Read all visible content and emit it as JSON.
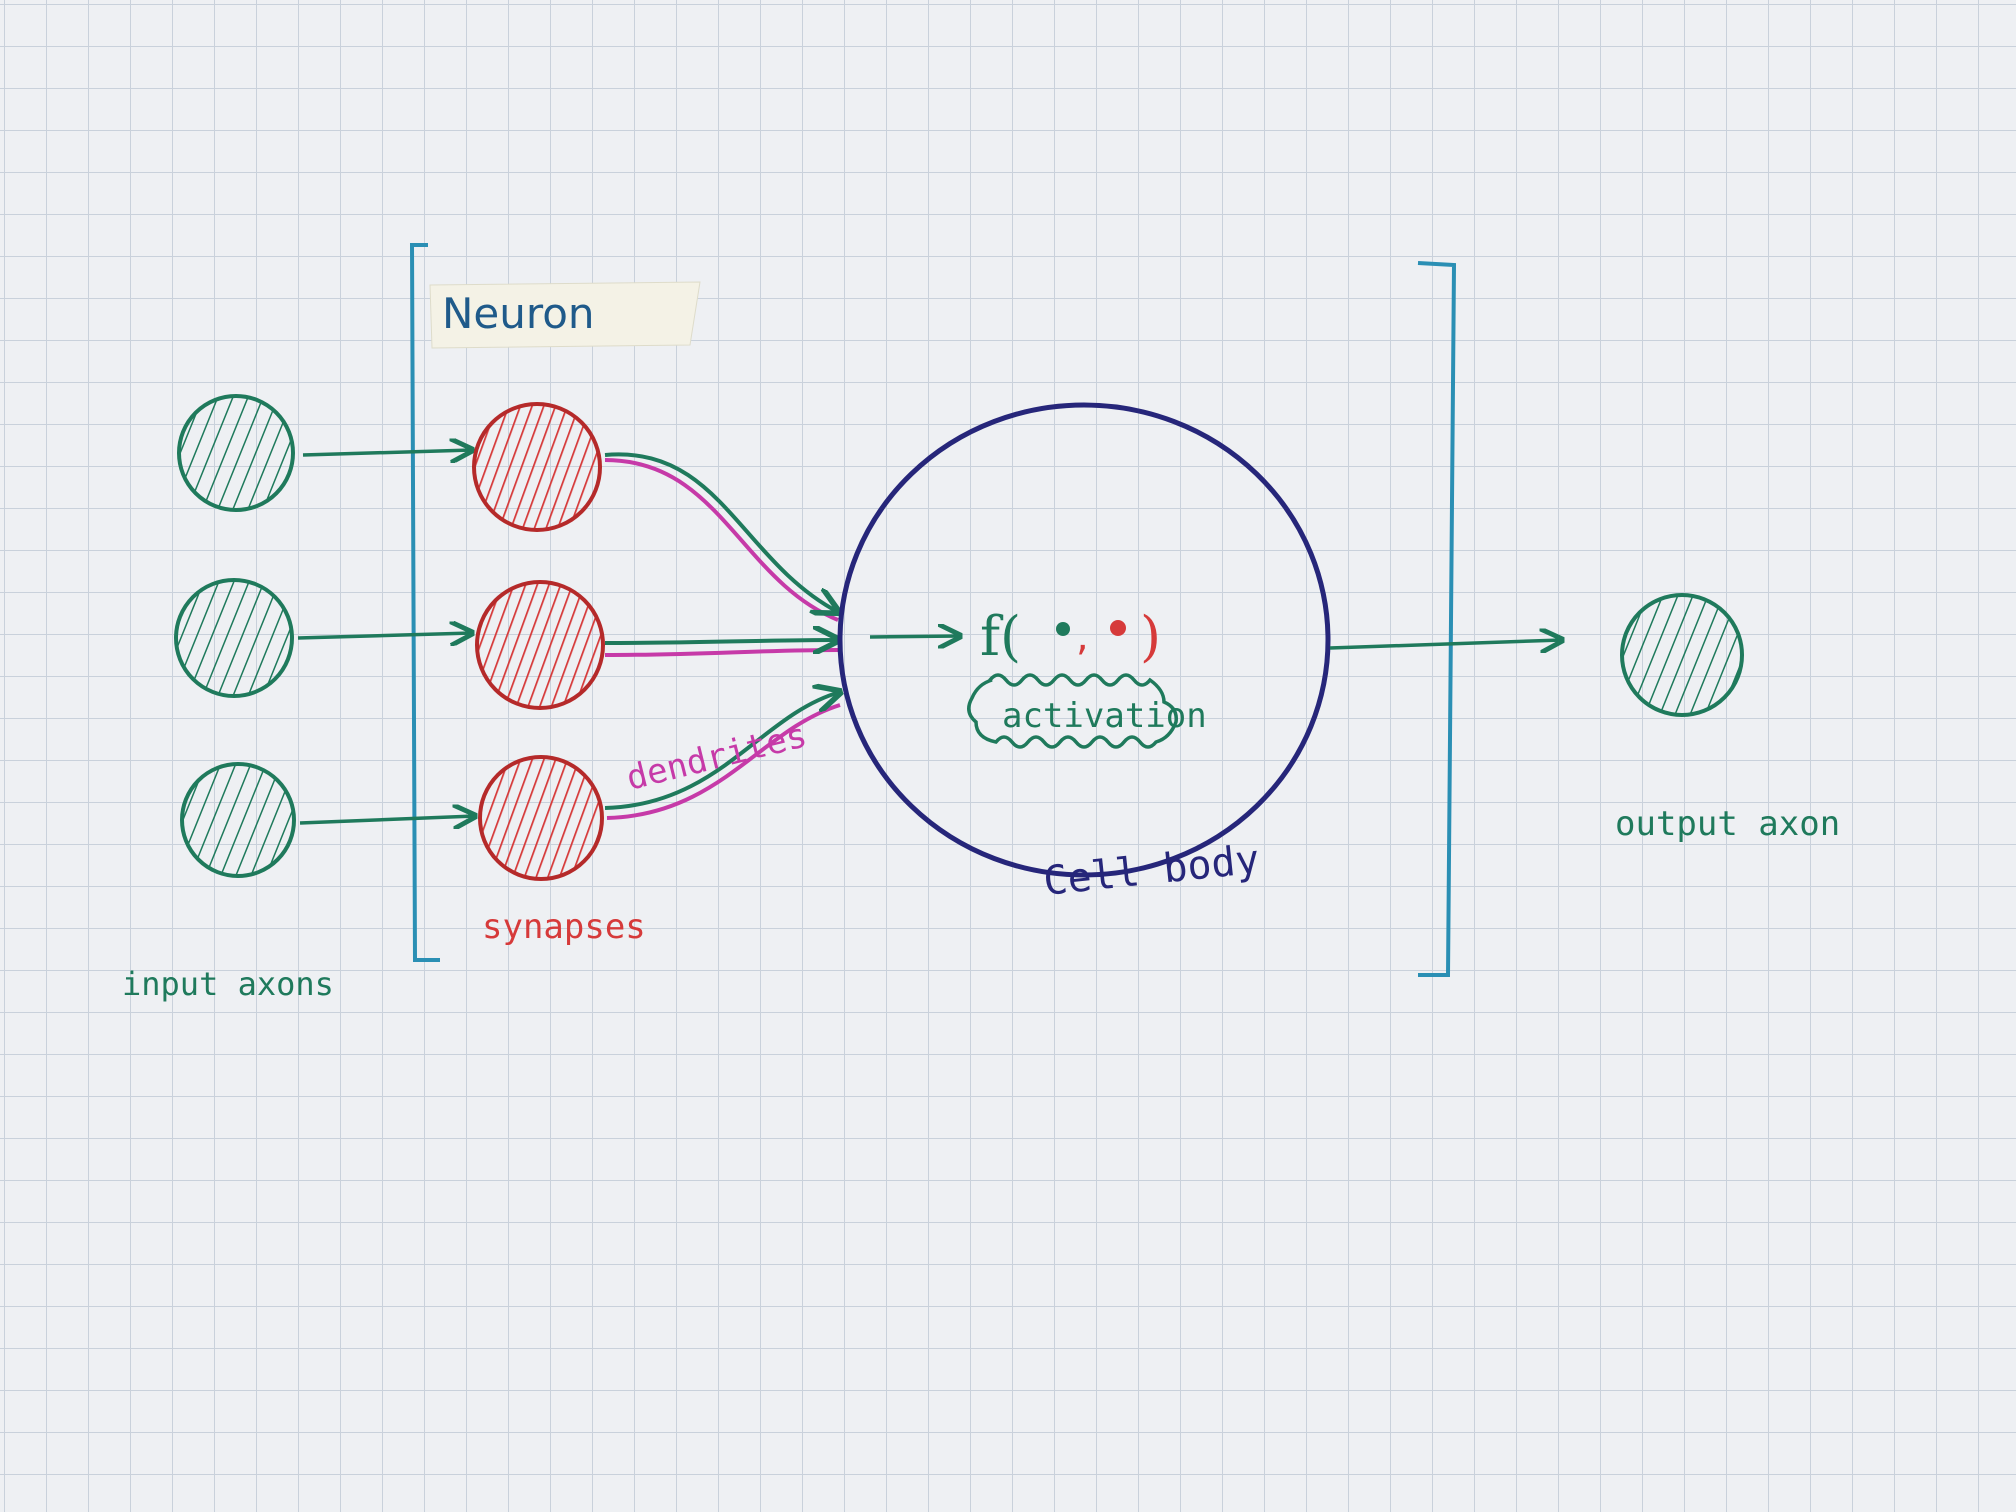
{
  "labels": {
    "title": "Neuron",
    "input_axons": "input axons",
    "synapses": "synapses",
    "dendrites": "dendrites",
    "cell_body": "Cell body",
    "function": "f(",
    "function_close": ")",
    "activation": "activation",
    "output_axon": "output axon"
  },
  "colors": {
    "paper": "#eef0f3",
    "grid": "#c9d1db",
    "green": "#1f7a5c",
    "red": "#d63a3a",
    "magenta": "#c63aa8",
    "navy": "#26267a",
    "teal": "#2a8fb4",
    "tape": "#f4f2e6"
  },
  "icons": {
    "input_neuron": "hatched-green-circle-icon",
    "synapse": "hatched-red-circle-icon",
    "output_neuron": "hatched-green-circle-icon",
    "arrow": "arrow-right-icon"
  }
}
